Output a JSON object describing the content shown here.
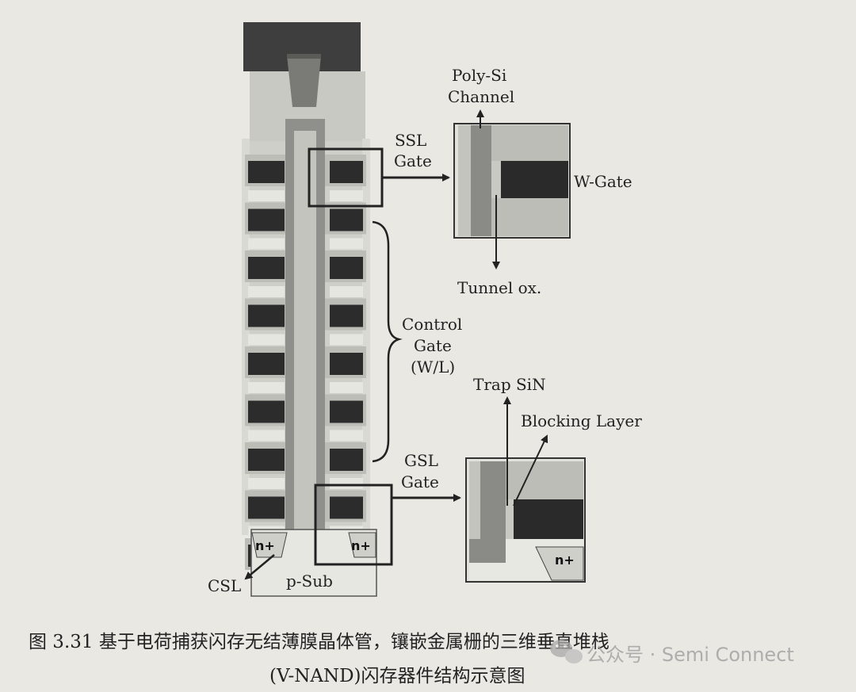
{
  "labels": {
    "poly_si_channel_line1": "Poly-Si",
    "poly_si_channel_line2": "Channel",
    "ssl_gate_line1": "SSL",
    "ssl_gate_line2": "Gate",
    "w_gate": "W-Gate",
    "tunnel_ox": "Tunnel ox.",
    "control_gate_line1": "Control",
    "control_gate_line2": "Gate",
    "control_gate_line3": "(W/L)",
    "trap_sin": "Trap SiN",
    "blocking_layer": "Blocking Layer",
    "gsl_gate_line1": "GSL",
    "gsl_gate_line2": "Gate",
    "n_plus_left": "n+",
    "n_plus_right": "n+",
    "n_plus_inset": "n+",
    "csl": "CSL",
    "p_sub": "p-Sub"
  },
  "caption": {
    "line1": "图 3.31   基于电荷捕获闪存无结薄膜晶体管，镶嵌金属栅的三维垂直堆栈",
    "line2": "(V-NAND)闪存器件结构示意图"
  },
  "watermark": {
    "text": "公众号 · Semi Connect",
    "icon": "wechat-icon"
  },
  "colors": {
    "background": "#e9e8e3",
    "gate_dark": "#2c2c2c",
    "oxide_light": "#bdbdb8",
    "spacer_light": "#e6e6e1",
    "channel": "#8c8c88"
  }
}
